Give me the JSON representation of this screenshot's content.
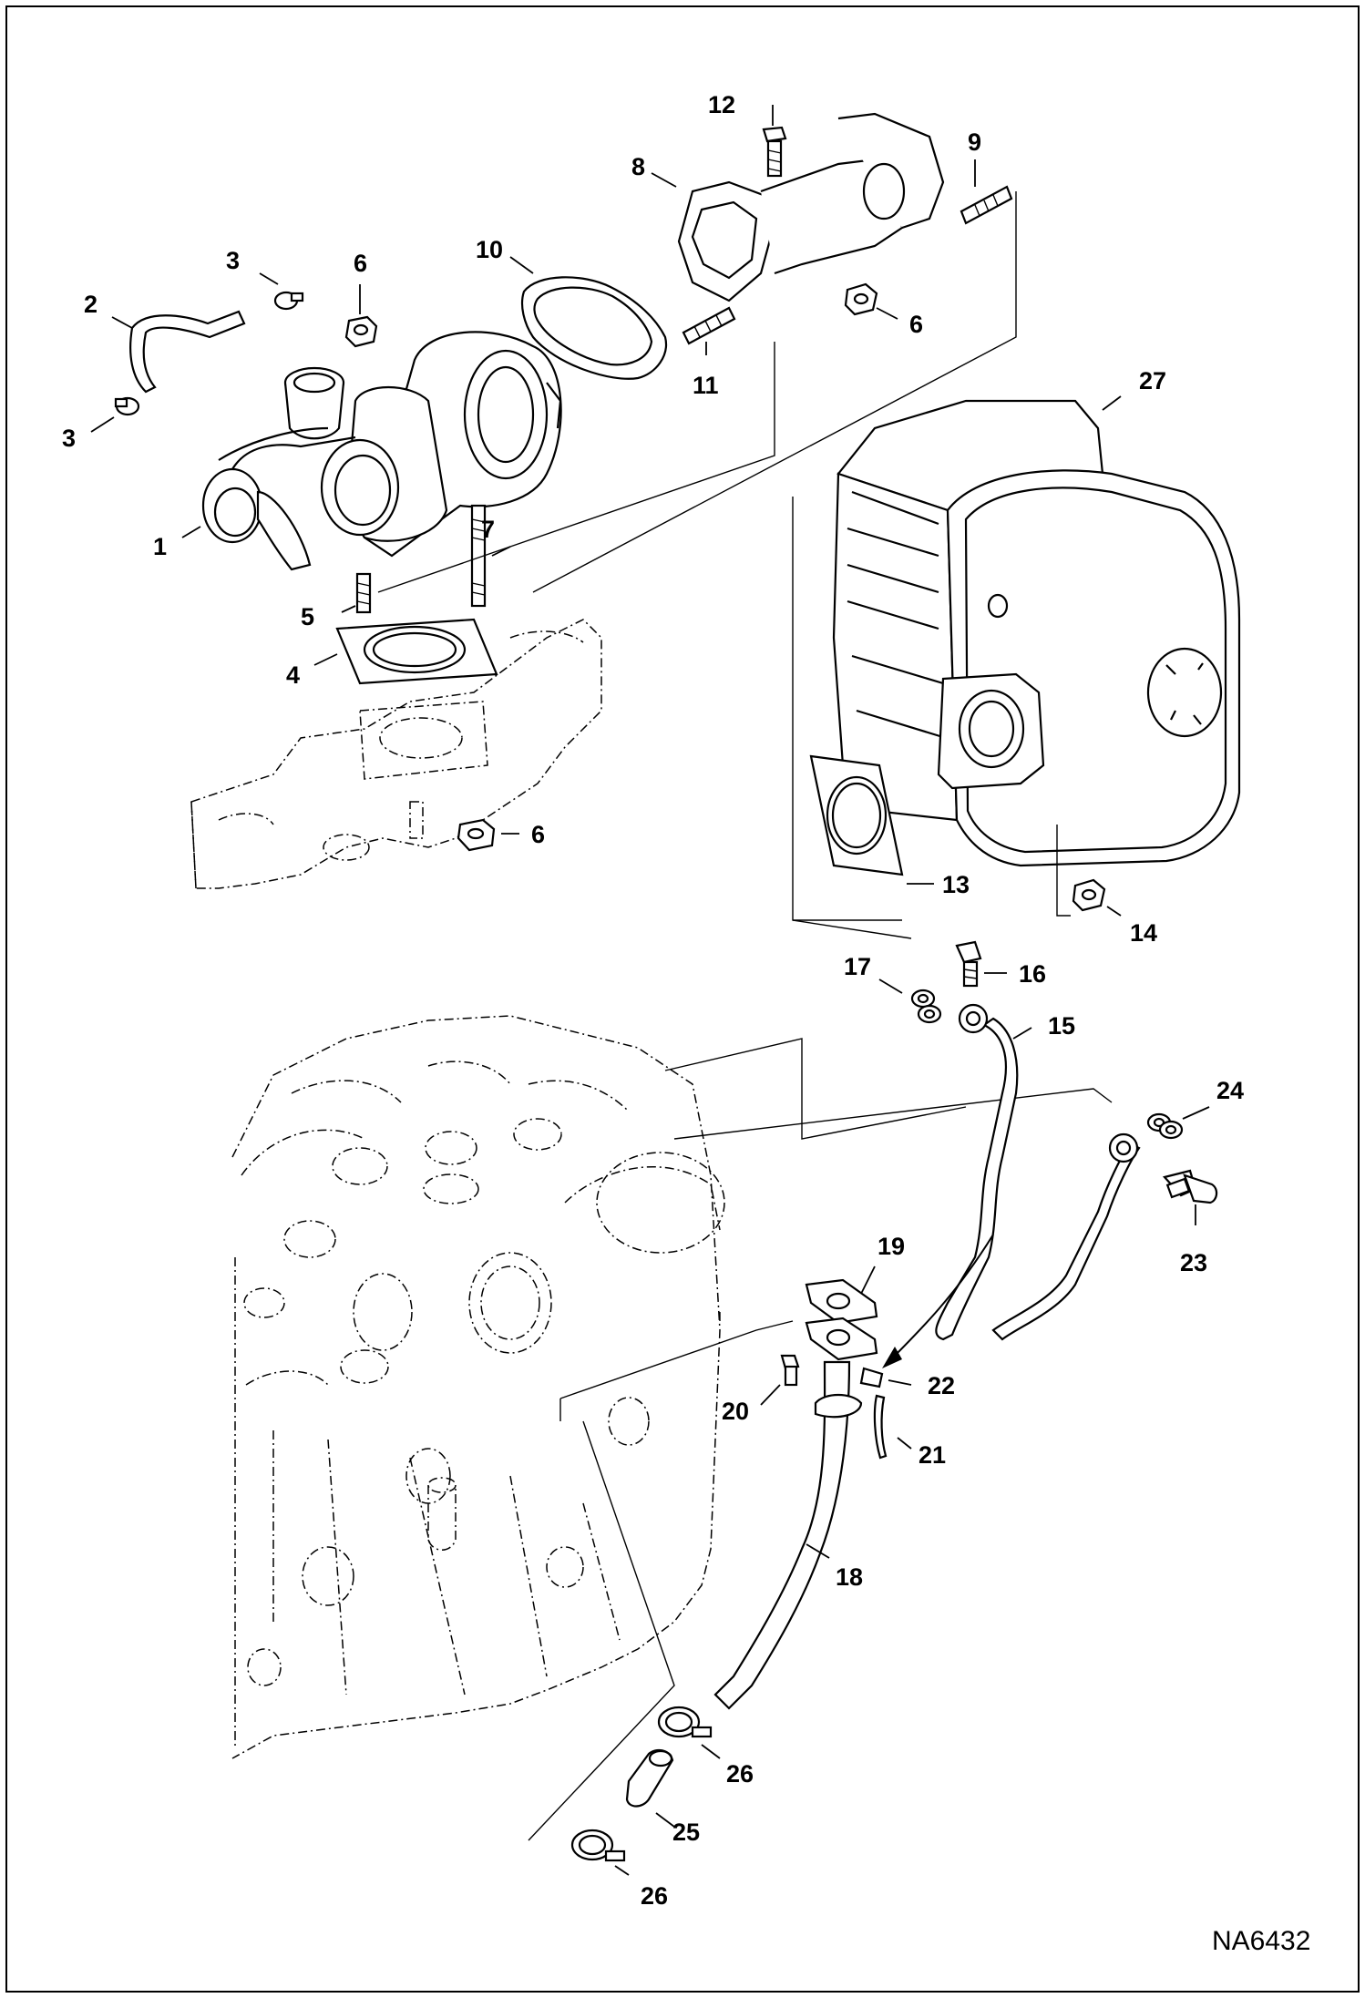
{
  "diagram": {
    "drawing_code": "NA6432",
    "callouts": [
      {
        "id": "c1",
        "text": "1"
      },
      {
        "id": "c2",
        "text": "2"
      },
      {
        "id": "c3a",
        "text": "3"
      },
      {
        "id": "c3b",
        "text": "3"
      },
      {
        "id": "c4",
        "text": "4"
      },
      {
        "id": "c5",
        "text": "5"
      },
      {
        "id": "c6a",
        "text": "6"
      },
      {
        "id": "c6b",
        "text": "6"
      },
      {
        "id": "c6c",
        "text": "6"
      },
      {
        "id": "c7",
        "text": "7"
      },
      {
        "id": "c8",
        "text": "8"
      },
      {
        "id": "c9",
        "text": "9"
      },
      {
        "id": "c10",
        "text": "10"
      },
      {
        "id": "c11",
        "text": "11"
      },
      {
        "id": "c12",
        "text": "12"
      },
      {
        "id": "c13",
        "text": "13"
      },
      {
        "id": "c14",
        "text": "14"
      },
      {
        "id": "c15",
        "text": "15"
      },
      {
        "id": "c16",
        "text": "16"
      },
      {
        "id": "c17",
        "text": "17"
      },
      {
        "id": "c18",
        "text": "18"
      },
      {
        "id": "c19",
        "text": "19"
      },
      {
        "id": "c20",
        "text": "20"
      },
      {
        "id": "c21",
        "text": "21"
      },
      {
        "id": "c22",
        "text": "22"
      },
      {
        "id": "c23",
        "text": "23"
      },
      {
        "id": "c24",
        "text": "24"
      },
      {
        "id": "c25",
        "text": "25"
      },
      {
        "id": "c26a",
        "text": "26"
      },
      {
        "id": "c26b",
        "text": "26"
      },
      {
        "id": "c27",
        "text": "27"
      }
    ]
  }
}
